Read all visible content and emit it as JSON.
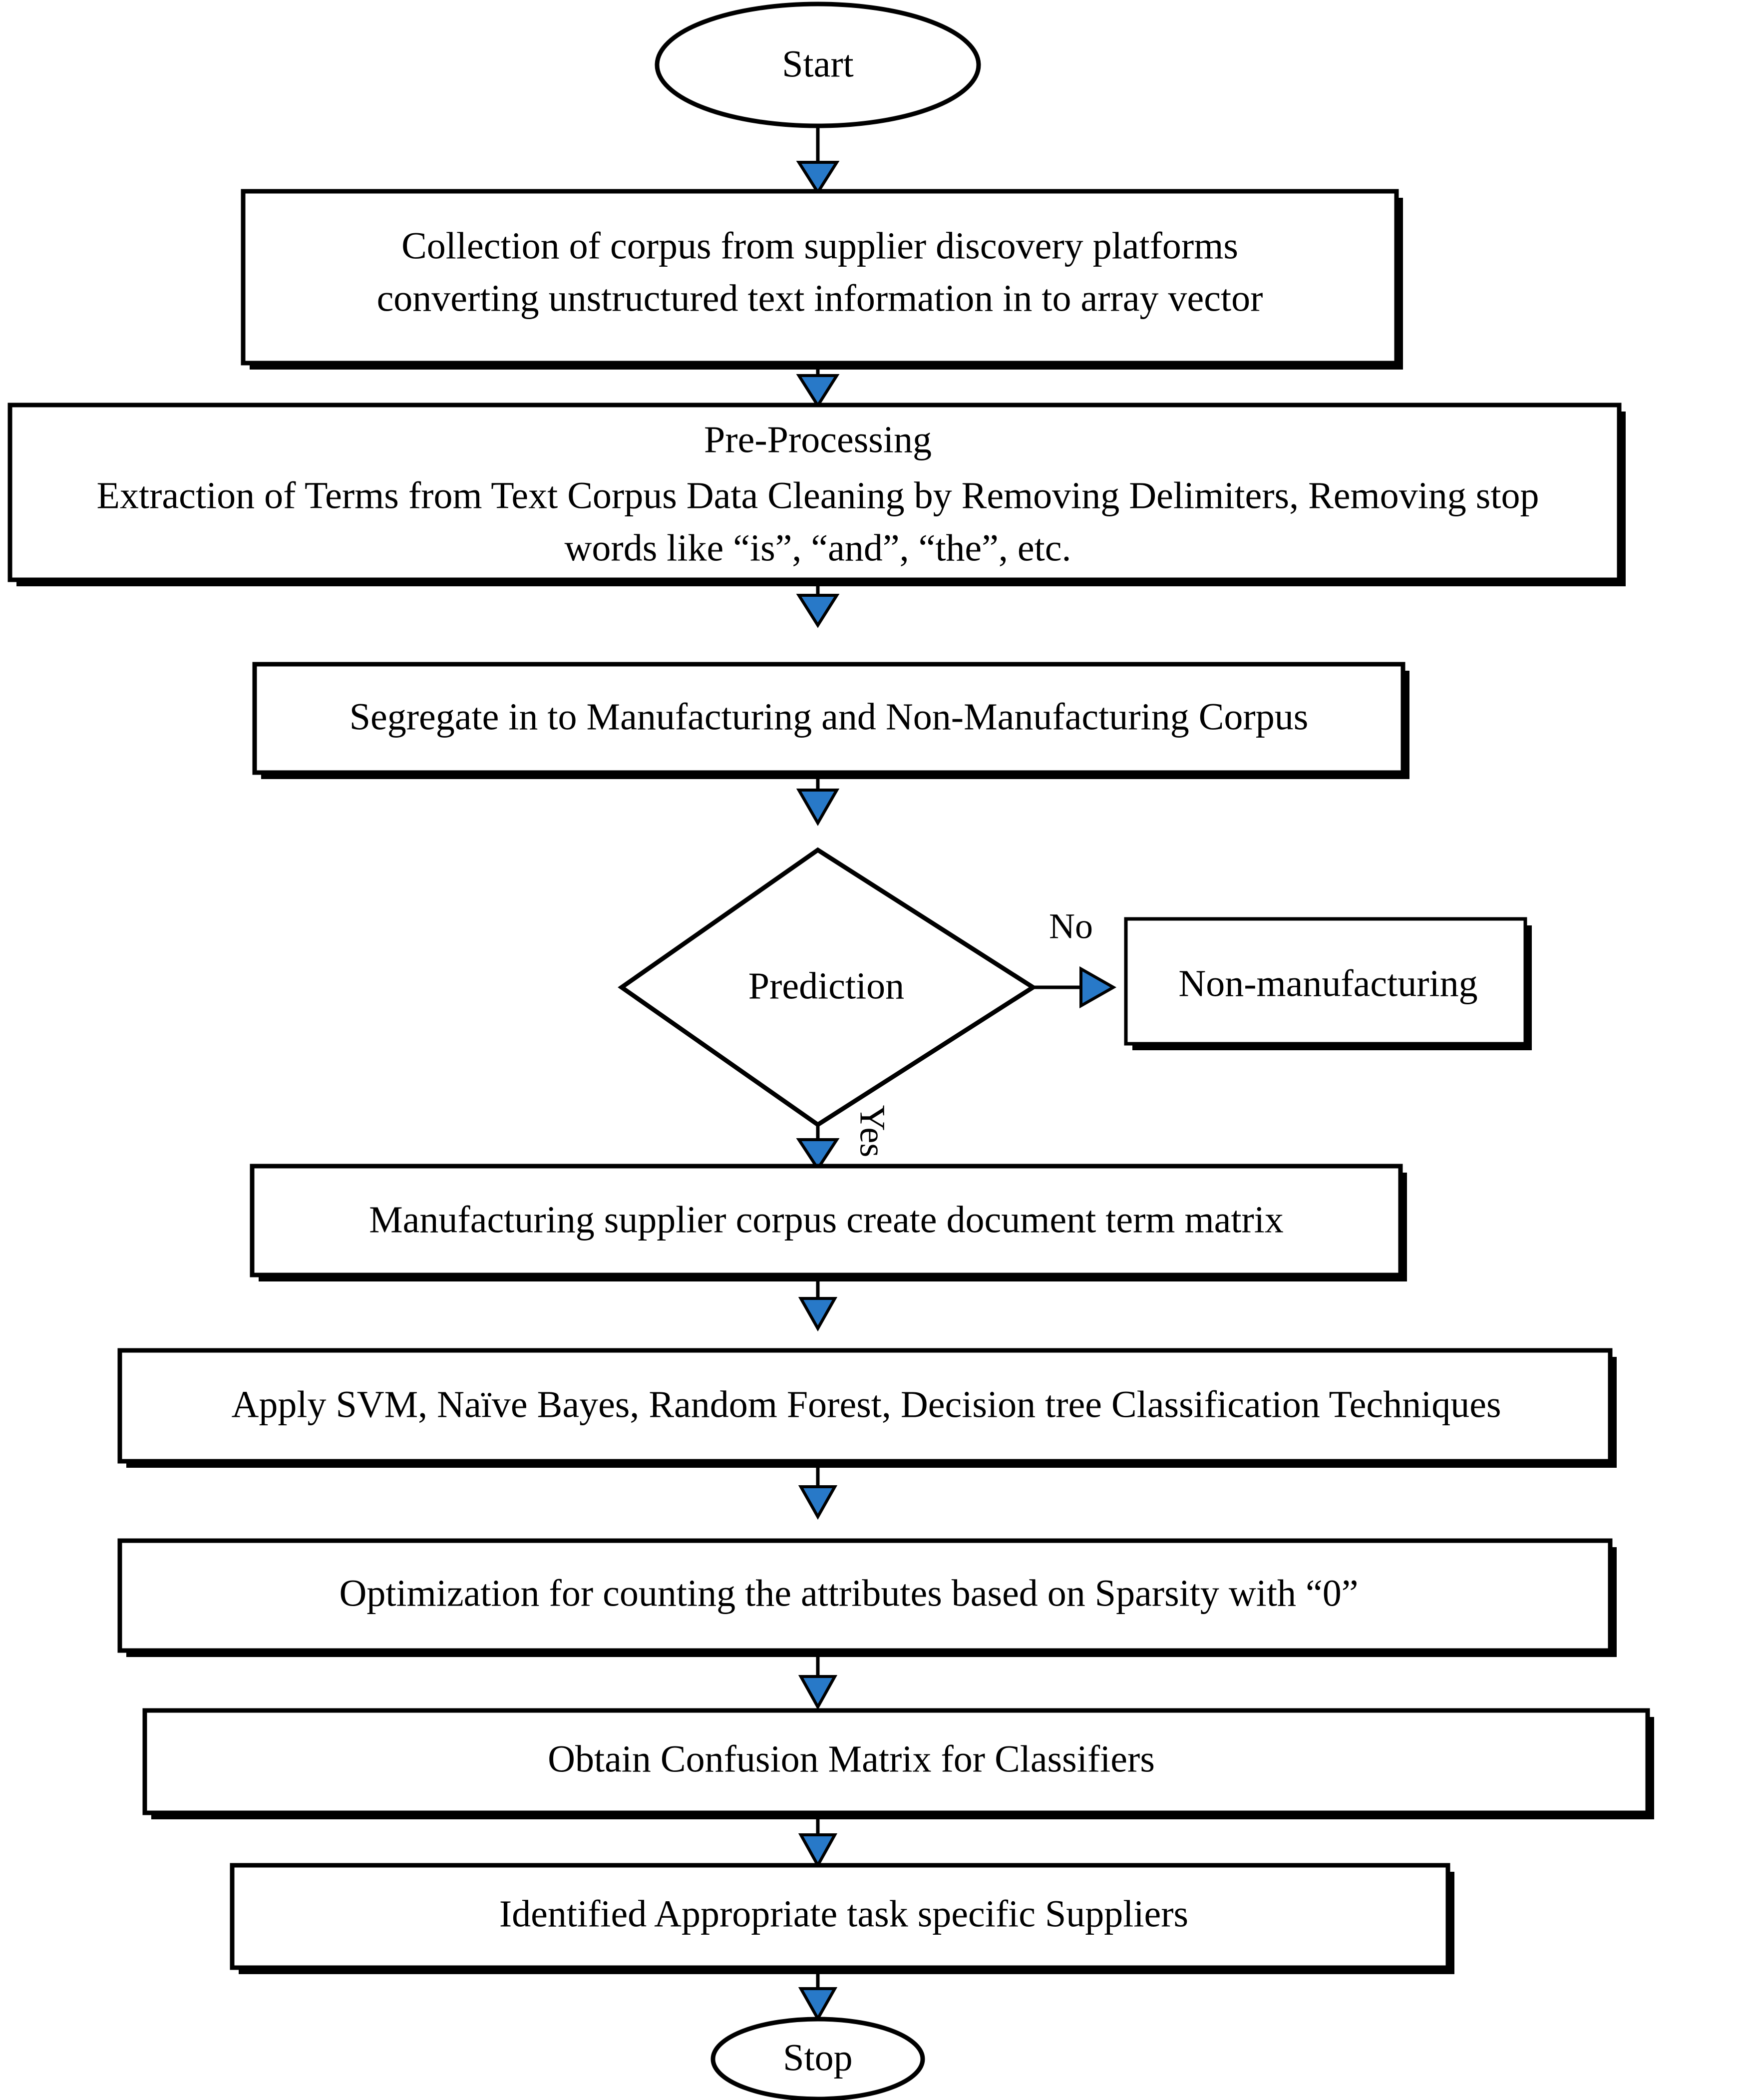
{
  "diagram": {
    "title": "Supplier classification methodology flowchart",
    "background_color": "#ffffff",
    "line_color": "#000000",
    "arrowhead_color": "#2879C8",
    "nodes": {
      "start": {
        "label": "Start",
        "shape": "ellipse"
      },
      "collection": {
        "line1": "Collection of corpus from supplier discovery platforms",
        "line2": "converting unstructured text information in to array vector",
        "shape": "process"
      },
      "preprocessing": {
        "line1": "Pre-Processing",
        "line2": "Extraction of Terms from Text Corpus Data Cleaning by Removing Delimiters, Removing stop",
        "line3": "words like “is”, “and”, “the”, etc.",
        "shape": "process"
      },
      "segregate": {
        "label": "Segregate in to Manufacturing and Non-Manufacturing Corpus",
        "shape": "process"
      },
      "prediction": {
        "label": "Prediction",
        "shape": "decision"
      },
      "non_manufacturing": {
        "label": "Non-manufacturing",
        "shape": "process"
      },
      "doc_term_matrix": {
        "label": "Manufacturing supplier corpus create document term matrix",
        "shape": "process"
      },
      "classifiers": {
        "label": "Apply SVM, Naïve Bayes, Random Forest, Decision tree Classification Techniques",
        "shape": "process"
      },
      "optimization": {
        "label": "Optimization for counting the attributes based on Sparsity with “0”",
        "shape": "process"
      },
      "confusion_matrix": {
        "label": "Obtain Confusion Matrix for Classifiers",
        "shape": "process"
      },
      "identified_suppliers": {
        "label": "Identified Appropriate task specific Suppliers",
        "shape": "process"
      },
      "stop": {
        "label": "Stop",
        "shape": "ellipse"
      }
    },
    "edge_labels": {
      "no": "No",
      "yes": "Yes"
    }
  }
}
